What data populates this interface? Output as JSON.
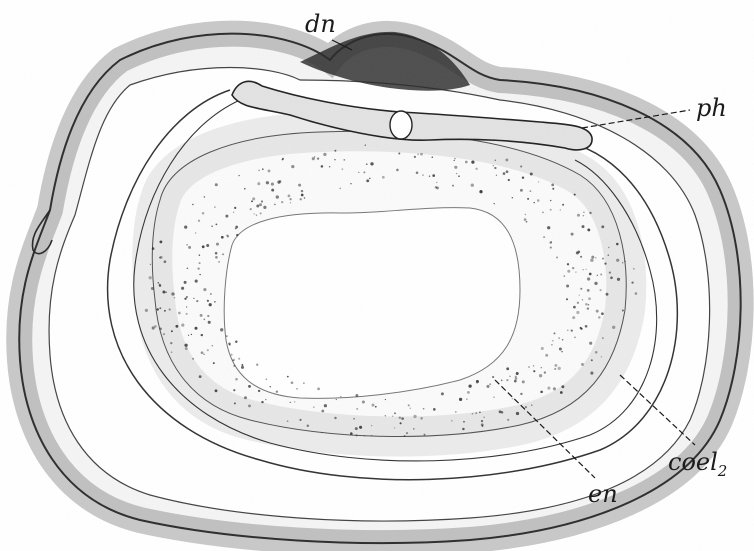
{
  "figure": {
    "labels": {
      "dn": "dn",
      "ph": "ph",
      "coel": "coel",
      "coel_sub": "2",
      "en": "en"
    },
    "colors": {
      "ink": "#1b1b1b",
      "paper": "#ffffff",
      "stipple": "#3a3a3a"
    }
  }
}
